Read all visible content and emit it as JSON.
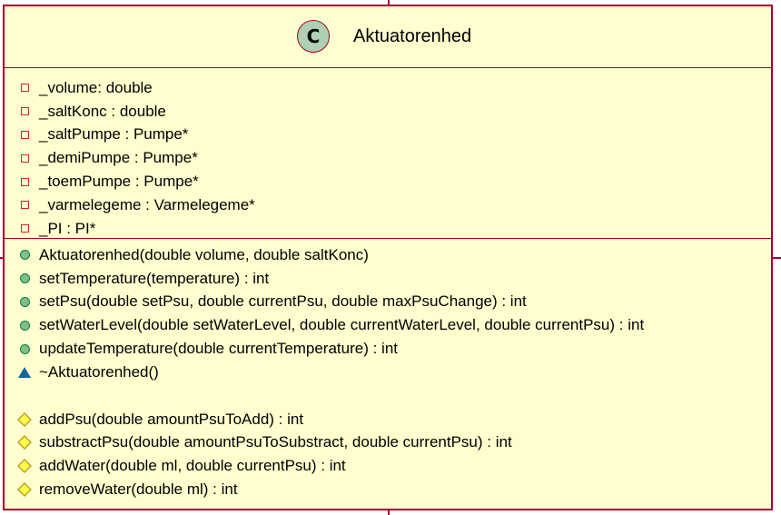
{
  "class": {
    "stereotype_letter": "C",
    "name": "Aktuatorenhed"
  },
  "fields": [
    {
      "visibility": "private",
      "text": "_volume: double"
    },
    {
      "visibility": "private",
      "text": "_saltKonc : double"
    },
    {
      "visibility": "private",
      "text": "_saltPumpe : Pumpe*"
    },
    {
      "visibility": "private",
      "text": "_demiPumpe : Pumpe*"
    },
    {
      "visibility": "private",
      "text": "_toemPumpe : Pumpe*"
    },
    {
      "visibility": "private",
      "text": "_varmelegeme : Varmelegeme*"
    },
    {
      "visibility": "private",
      "text": "_PI : PI*"
    }
  ],
  "methods_public": [
    {
      "visibility": "public",
      "text": "Aktuatorenhed(double volume, double saltKonc)"
    },
    {
      "visibility": "public",
      "text": "setTemperature(temperature) : int"
    },
    {
      "visibility": "public",
      "text": "setPsu(double setPsu, double currentPsu, double maxPsuChange) : int"
    },
    {
      "visibility": "public",
      "text": "setWaterLevel(double setWaterLevel, double currentWaterLevel, double currentPsu) : int"
    },
    {
      "visibility": "public",
      "text": "updateTemperature(double currentTemperature) : int"
    },
    {
      "visibility": "package",
      "text": "~Aktuatorenhed()"
    }
  ],
  "methods_protected": [
    {
      "visibility": "protected",
      "text": "addPsu(double amountPsuToAdd) : int"
    },
    {
      "visibility": "protected",
      "text": "substractPsu(double amountPsuToSubstract, double currentPsu) : int"
    },
    {
      "visibility": "protected",
      "text": "addWater(double ml, double currentPsu) : int"
    },
    {
      "visibility": "protected",
      "text": "removeWater(double ml) : int"
    }
  ],
  "colors": {
    "border": "#a80036",
    "fill": "#fefece",
    "badge": "#add1b2",
    "private": "#c82930",
    "public": "#84be84",
    "package": "#1963a0",
    "protected": "#ffff44"
  }
}
